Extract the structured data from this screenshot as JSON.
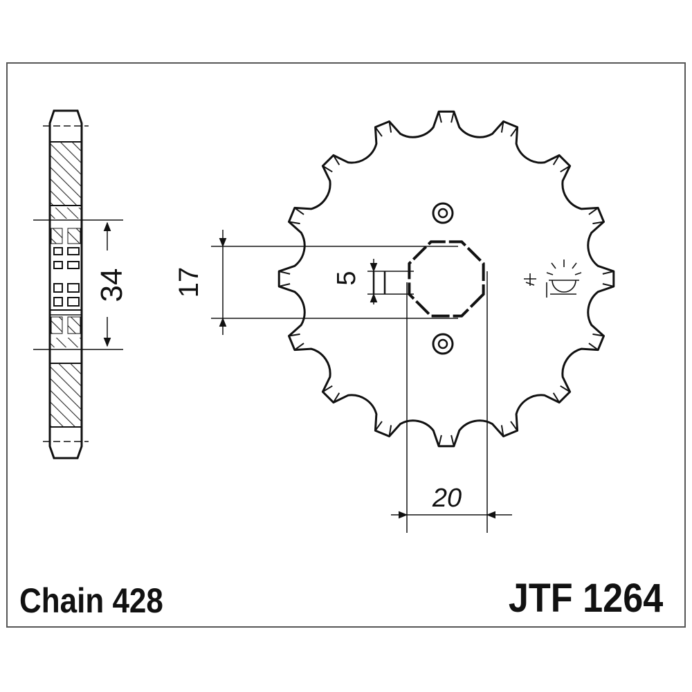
{
  "drawing": {
    "tooth_count": 16,
    "dimensions": {
      "side_width": "34",
      "flat_width": "17",
      "key_width": "5",
      "bore_diameter": "20"
    },
    "line_color": "#111111",
    "hatch_color": "#222222",
    "frame_color": "#555555"
  },
  "captions": {
    "chain": "Chain 428",
    "part_number": "JTF 1264"
  }
}
